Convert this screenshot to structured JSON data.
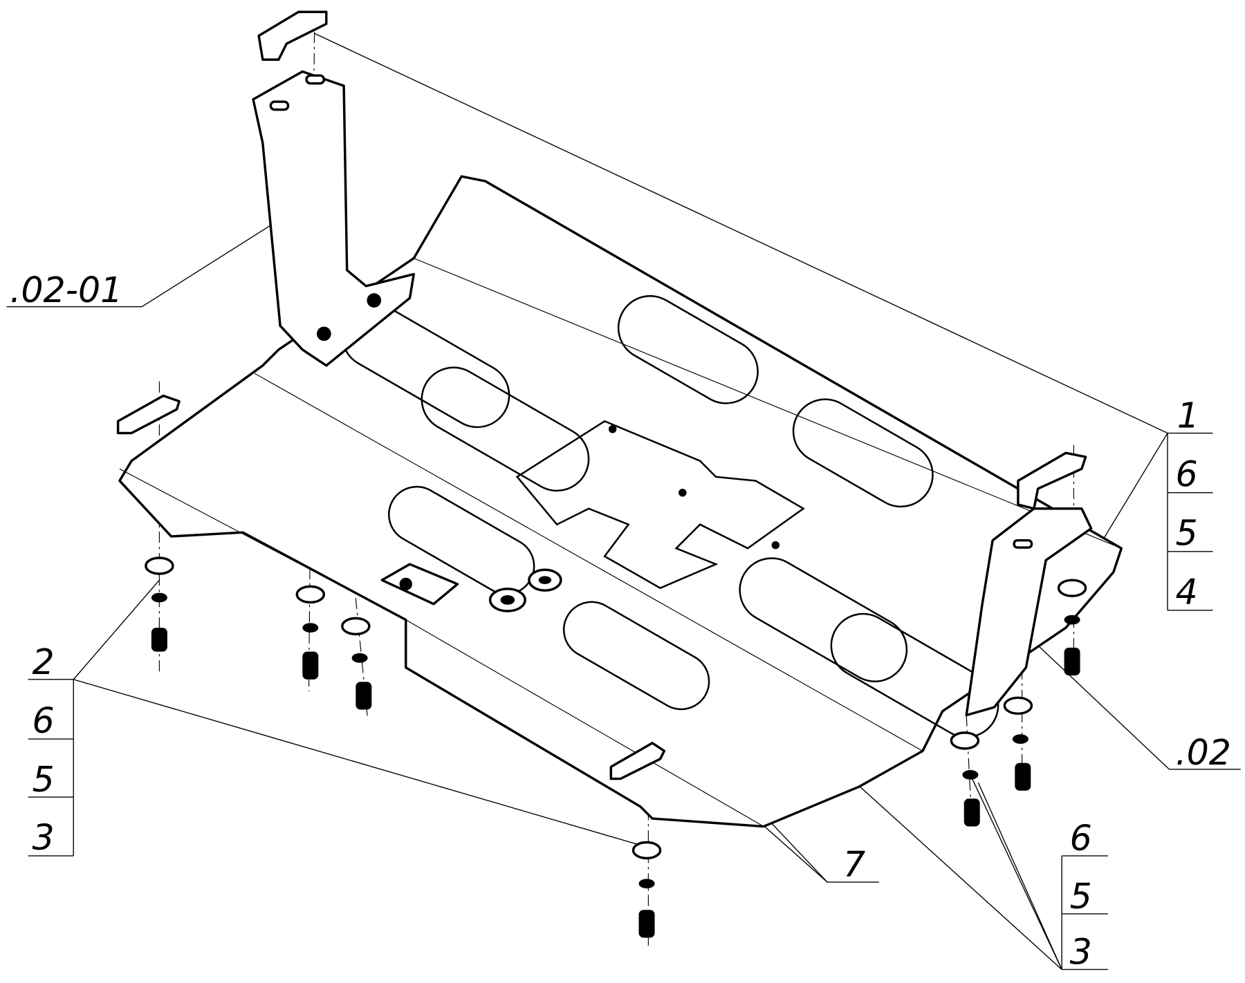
{
  "drawing": {
    "title": "Skid plate assembly exploded view",
    "callouts": {
      "bracket_left": ".02-01",
      "bracket_right": ".02",
      "top_right_stack": [
        "1",
        "6",
        "5",
        "4"
      ],
      "left_stack": [
        "2",
        "6",
        "5",
        "3"
      ],
      "bottom_right_stack": [
        "6",
        "5",
        "3"
      ],
      "center": "7"
    }
  }
}
